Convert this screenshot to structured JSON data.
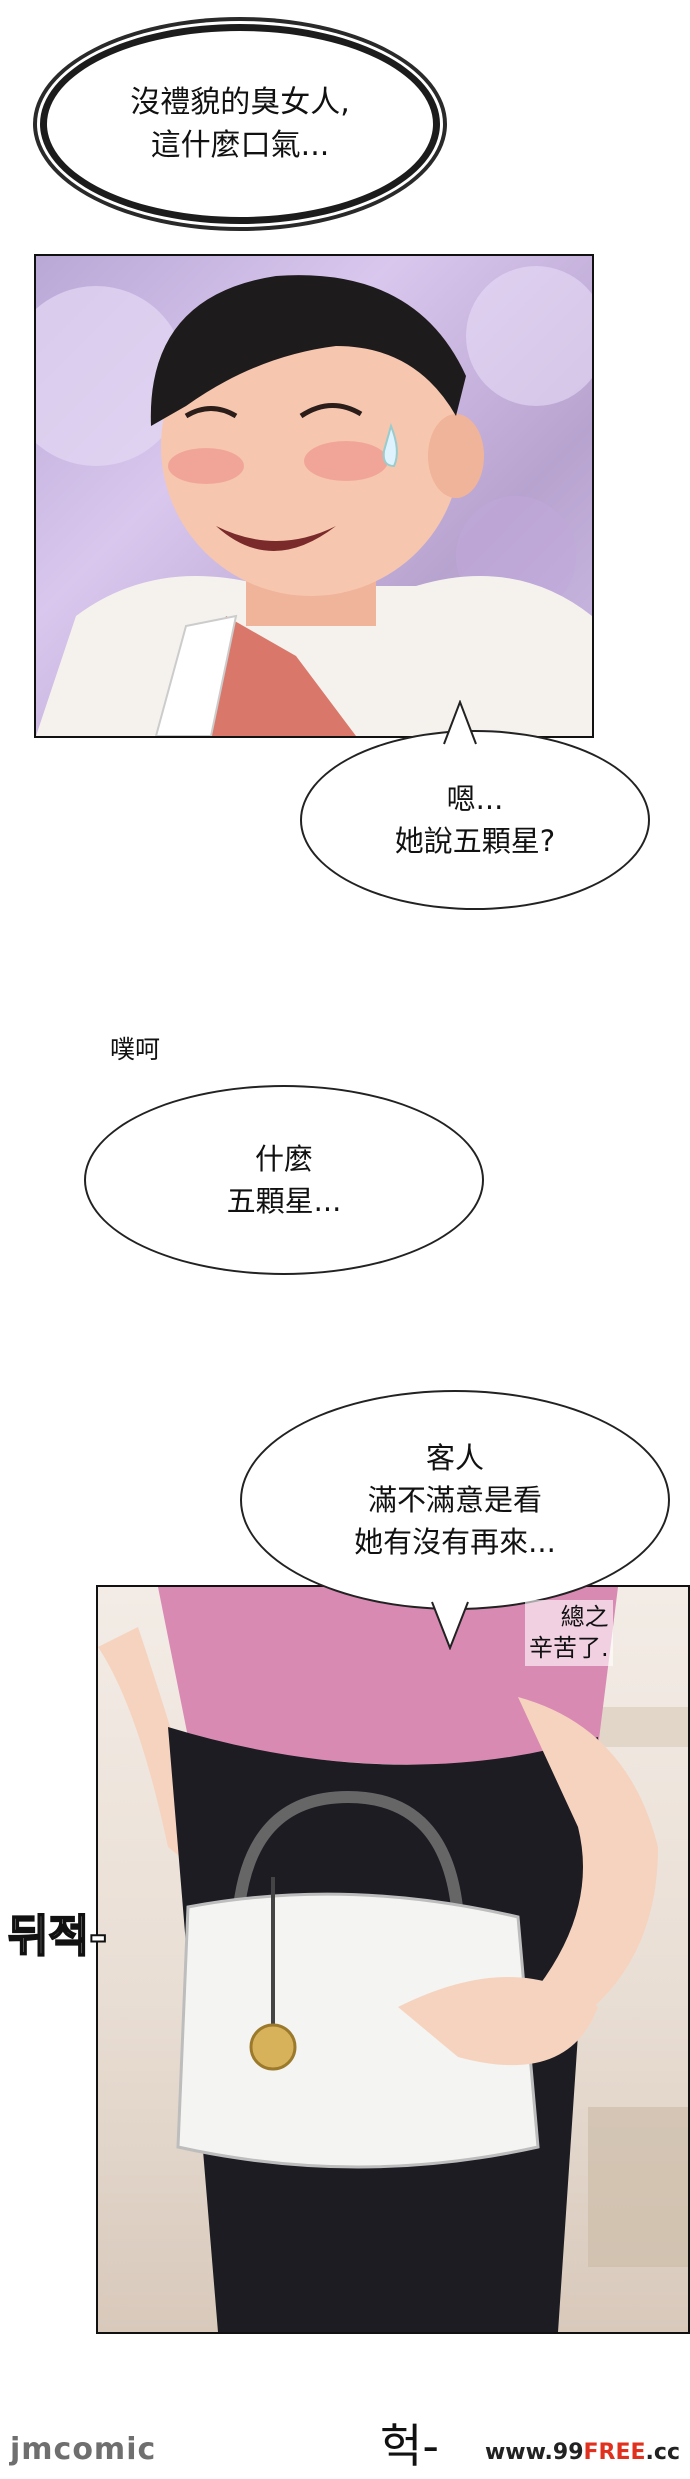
{
  "bubbles": {
    "b1": "沒禮貌的臭女人,\n這什麼口氣...",
    "b2": "嗯...\n她說五顆星?",
    "b3": "什麼\n五顆星...",
    "b4": "客人\n滿不滿意是看\n她有沒有再來..."
  },
  "sfx": {
    "puke": "噗呵",
    "anyway": "總之\n辛苦了.",
    "rummage": "뒤적-",
    "gasp": "헉-"
  },
  "watermark": {
    "logo": "jmcomic",
    "site_prefix": "www.99",
    "site_emph": "FREE",
    "site_suffix": ".cc"
  },
  "colors": {
    "man_bg": "#c8b6e0",
    "skirt": "#1c1c22",
    "top": "#d98ab3",
    "bag": "#f4f4f2"
  }
}
